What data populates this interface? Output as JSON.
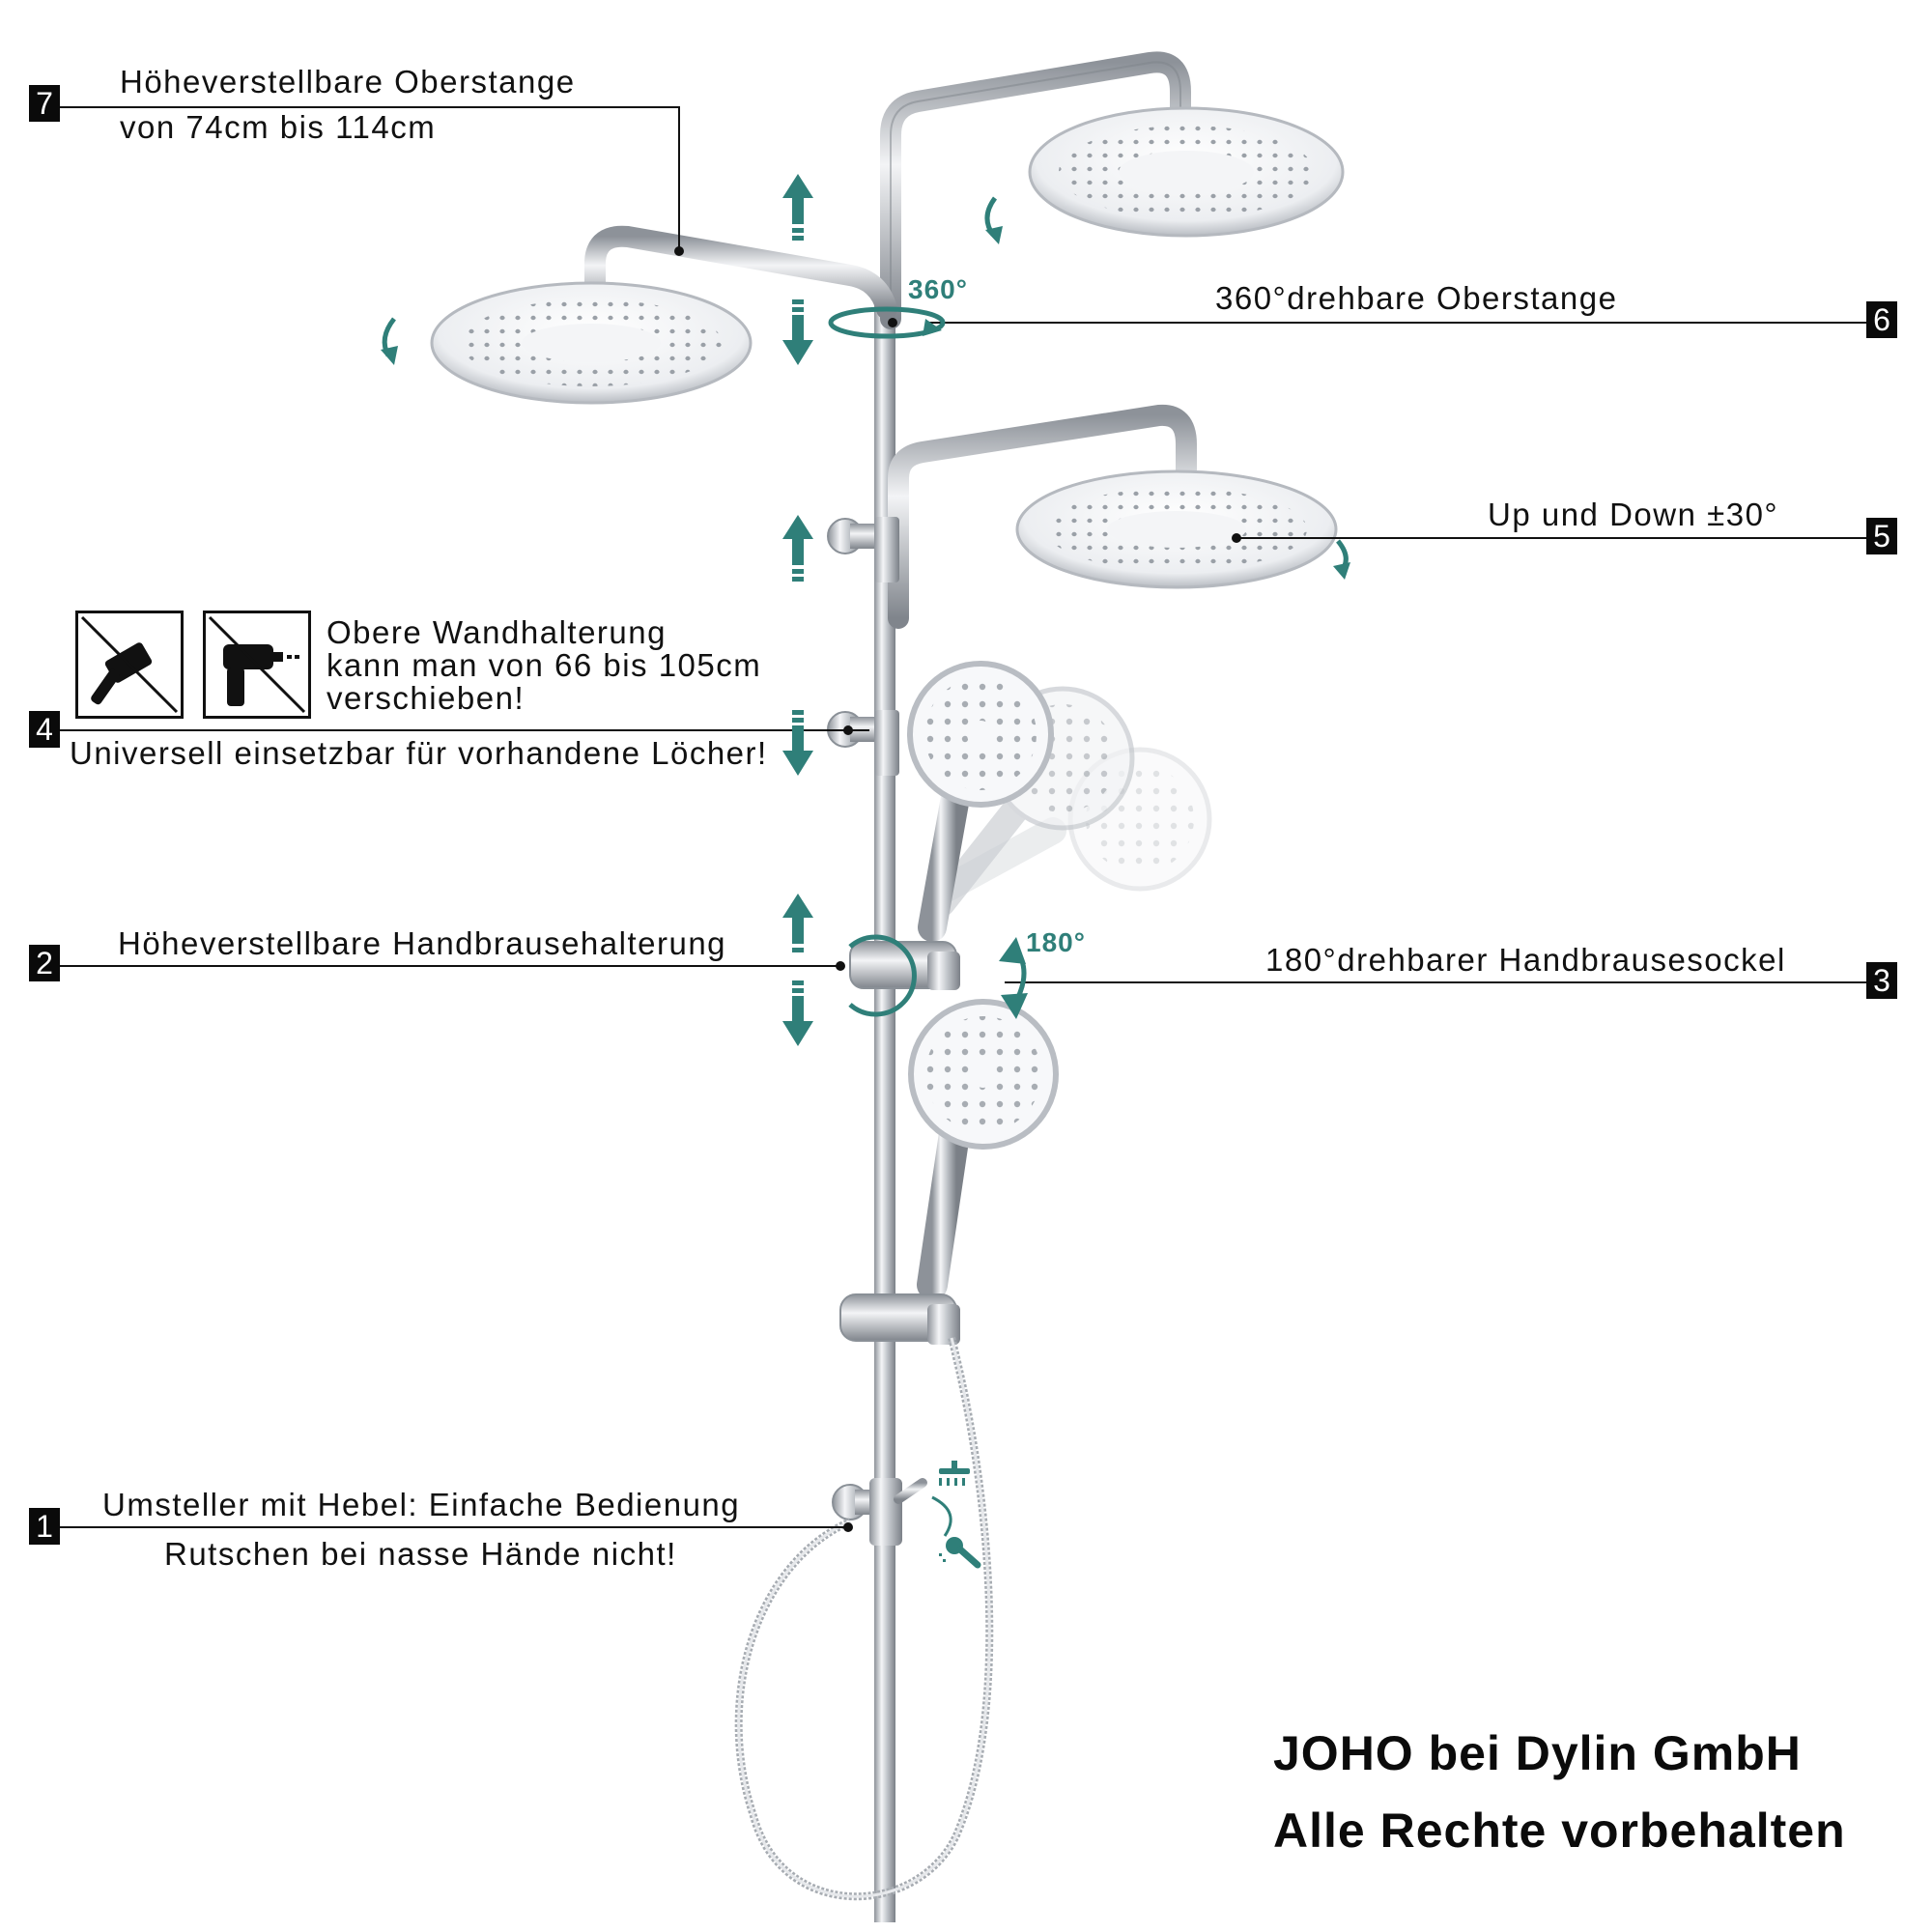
{
  "callouts": [
    {
      "number": "7",
      "lines": [
        "Höheverstellbare Oberstange",
        "von 74cm bis 114cm"
      ]
    },
    {
      "number": "6",
      "lines": [
        "360°drehbare Oberstange"
      ]
    },
    {
      "number": "5",
      "lines": [
        "Up und Down ±30°"
      ]
    },
    {
      "number": "4",
      "lines": [
        "Obere Wandhalterung",
        "kann man von 66 bis 105cm",
        "verschieben!",
        "Universell einsetzbar für vorhandene Löcher!"
      ]
    },
    {
      "number": "3",
      "lines": [
        "180°drehbarer Handbrausesockel"
      ]
    },
    {
      "number": "2",
      "lines": [
        "Höheverstellbare Handbrausehalterung"
      ]
    },
    {
      "number": "1",
      "lines": [
        "Umsteller mit Hebel: Einfache Bedienung",
        "Rutschen bei nasse Hände nicht!"
      ]
    }
  ],
  "rotation_labels": {
    "top_pipe": "360°",
    "hand_shower": "180°"
  },
  "copyright": {
    "line1": "JOHO bei Dylin GmbH",
    "line2": "Alle Rechte vorbehalten"
  },
  "icons": [
    "no-hammer-icon",
    "no-drill-icon",
    "up-arrow-icon",
    "down-arrow-icon",
    "rotate-arrow-icon",
    "rain-mode-icon",
    "handshower-mode-icon"
  ],
  "colors": {
    "accent": "#2f7f79",
    "badge": "#0a0a0a",
    "chrome": "#c9ccd1"
  }
}
